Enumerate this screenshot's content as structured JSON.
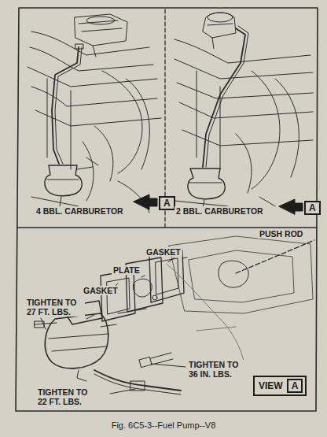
{
  "diagram": {
    "caption": "Fig. 6C5-3--Fuel Pump--V8",
    "nodes": [
      {
        "text": [
          "VIEW",
          "A"
        ]
      }
    ],
    "labels": [
      "4 BBL. CARBURETOR",
      "A",
      "2 BBL. CARBURETOR",
      "A",
      "PUSH ROD",
      "GASKET",
      "PLATE",
      "GASKET",
      "TIGHTEN TO 27 FT. LBS.",
      "TIGHTEN TO 36 IN. LBS.",
      "TIGHTEN TO 22 FT. LBS."
    ]
  }
}
